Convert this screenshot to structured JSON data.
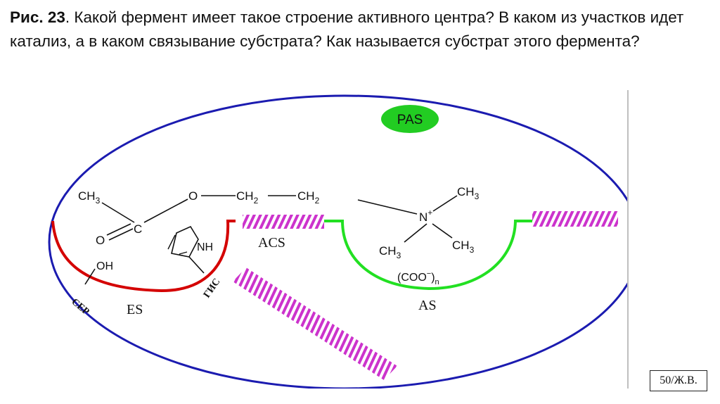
{
  "question": {
    "figure_label": "Рис. 23",
    "text": ". Какой фермент имеет такое строение активного центра? В каком из участков идет катализ, а в каком связывание субстрата? Как называется субстрат этого фермента?"
  },
  "diagram": {
    "pas_label": "PAS",
    "acs_label": "ACS",
    "es_label": "ES",
    "as_label": "AS",
    "ser_label": "СЕР",
    "his_label": "ГИС",
    "oh_label": "OH",
    "nh_label": "NH",
    "anion_group": "(COO",
    "anion_charge": "−",
    "anion_n": "n",
    "molecule": {
      "methyl": "CH",
      "methyl_sub": "3",
      "ester_o": "O",
      "carbonyl_o": "O",
      "carbonyl_c": "C",
      "ch2_a": "CH",
      "ch2_a_sub": "2",
      "ch2_b": "CH",
      "ch2_b_sub": "2",
      "nitrogen": "N",
      "plus": "+",
      "n_methyl": "CH",
      "n_methyl_sub": "3"
    },
    "colors": {
      "ellipse": "#1b1bb0",
      "es_site": "#d40000",
      "as_site": "#22e022",
      "hatch": "#cc33cc",
      "pas_fill": "#22cc22"
    }
  },
  "page_number": "50/Ж.В."
}
